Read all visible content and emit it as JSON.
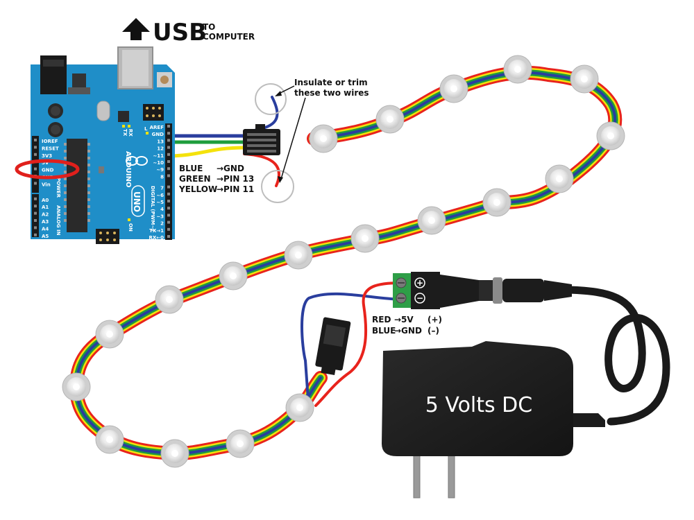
{
  "usb": {
    "main": "USB",
    "sub_line1": "TO",
    "sub_line2": "COMPUTER"
  },
  "insulate_note": {
    "line1": "Insulate or trim",
    "line2": "these two wires"
  },
  "signal_wiring": {
    "rows": [
      {
        "wire": "BLUE",
        "target": "→GND"
      },
      {
        "wire": "GREEN",
        "target": "→PIN 13"
      },
      {
        "wire": "YELLOW",
        "target": "→PIN 11"
      }
    ]
  },
  "power_wiring": {
    "rows": [
      {
        "wire": "RED",
        "target": "→5V",
        "polarity": "(+)"
      },
      {
        "wire": "BLUE",
        "target": "→GND",
        "polarity": "(–)"
      }
    ]
  },
  "adapter": {
    "label": "5 Volts DC",
    "terminal_plus": "+",
    "terminal_minus": "−"
  },
  "arduino": {
    "brand": "ARDUINO",
    "model": "UNO",
    "digital_label": "DIGITAL (PWM~)",
    "power_label": "POWER",
    "analog_label": "ANALOG IN",
    "tx_label": "TX",
    "rx_label": "RX",
    "on_label": "ON",
    "l_label": "L",
    "right_header_pins": [
      "AREF",
      "GND",
      "13",
      "12",
      "~11",
      "~10",
      "~9",
      "8",
      "7",
      "~6",
      "~5",
      "4",
      "~3",
      "2",
      "TX→1",
      "RX←0"
    ],
    "left_header_pins": [
      "IOREF",
      "RESET",
      "3V3",
      "5V",
      "GND",
      "GND",
      "Vin",
      "A0",
      "A1",
      "A2",
      "A3",
      "A4",
      "A5"
    ]
  },
  "colors": {
    "board": "#1f8ec8",
    "wire_red": "#e8231c",
    "wire_yellow": "#f4e20c",
    "wire_green": "#1e9d3c",
    "wire_blue": "#2a3e9e",
    "led_ring": "#d6d6d6",
    "adapter": "#1c1c1c",
    "highlight": "#e0201c"
  }
}
